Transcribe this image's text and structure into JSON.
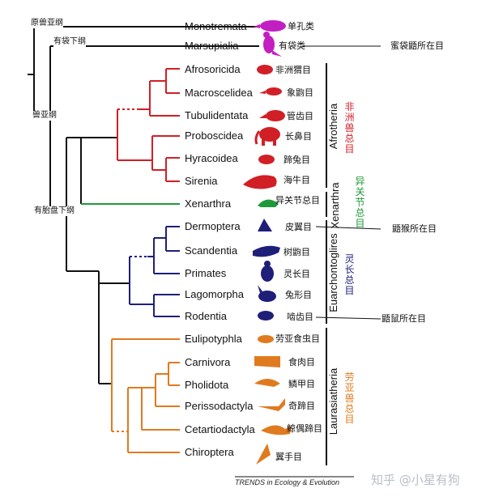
{
  "taxa": [
    {
      "en": "Monotremata",
      "cn": "单孔类",
      "color": "#c21fc2"
    },
    {
      "en": "Marsupialia",
      "cn": "有袋类",
      "color": "#c21fc2"
    },
    {
      "en": "Afrosoricida",
      "cn": "非洲猬目",
      "color": "#d11f26"
    },
    {
      "en": "Macroscelidea",
      "cn": "象鼩目",
      "color": "#d11f26"
    },
    {
      "en": "Tubulidentata",
      "cn": "管齿目",
      "color": "#d11f26"
    },
    {
      "en": "Proboscidea",
      "cn": "长鼻目",
      "color": "#d11f26"
    },
    {
      "en": "Hyracoidea",
      "cn": "蹄兔目",
      "color": "#d11f26"
    },
    {
      "en": "Sirenia",
      "cn": "海牛目",
      "color": "#d11f26"
    },
    {
      "en": "Xenarthra",
      "cn": "异关节总目",
      "color": "#1f9a3a"
    },
    {
      "en": "Dermoptera",
      "cn": "皮翼目",
      "color": "#1f1f7a"
    },
    {
      "en": "Scandentia",
      "cn": "树鼩目",
      "color": "#1f1f7a"
    },
    {
      "en": "Primates",
      "cn": "灵长目",
      "color": "#1f1f7a"
    },
    {
      "en": "Lagomorpha",
      "cn": "兔形目",
      "color": "#1f1f7a"
    },
    {
      "en": "Rodentia",
      "cn": "啮齿目",
      "color": "#1f1f7a"
    },
    {
      "en": "Eulipotyphla",
      "cn": "劳亚食虫目",
      "color": "#e07a1f"
    },
    {
      "en": "Carnivora",
      "cn": "食肉目",
      "color": "#e07a1f"
    },
    {
      "en": "Pholidota",
      "cn": "鳞甲目",
      "color": "#e07a1f"
    },
    {
      "en": "Perissodactyla",
      "cn": "奇蹄目",
      "color": "#e07a1f"
    },
    {
      "en": "Cetartiodactyla",
      "cn": "鲸偶蹄目",
      "color": "#e07a1f"
    },
    {
      "en": "Chiroptera",
      "cn": "翼手目",
      "color": "#e07a1f"
    }
  ],
  "nodes": {
    "prototheria": "原兽亚纲",
    "metatheria": "有袋下纲",
    "theria": "兽亚纲",
    "eutheria": "有胎盘下纲"
  },
  "groups": [
    {
      "en": "Afrotheria",
      "cn": "非洲兽总目",
      "color": "#d11f26"
    },
    {
      "en": "Xenarthra",
      "cn": "异关节总目",
      "color": "#1f9a3a"
    },
    {
      "en": "Euarchontoglires",
      "cn": "灵长总目",
      "color": "#1f1f7a"
    },
    {
      "en": "Laurasiatheria",
      "cn": "劳亚兽总目",
      "color": "#e07a1f"
    }
  ],
  "notes": {
    "kangaroo": "蜜袋鼯所在目",
    "colugo": "鼯猴所在目",
    "squirrel": "鼯鼠所在目"
  },
  "source": "TRENDS in Ecology & Evolution",
  "watermark": "知乎 @小星有狗"
}
